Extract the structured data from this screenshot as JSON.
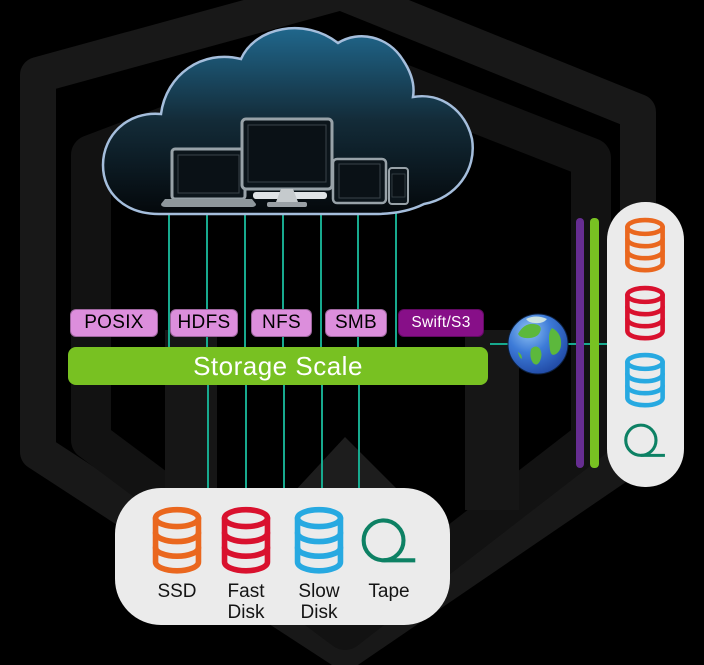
{
  "background": {
    "logo_icon": "hexagon-arrow-logo",
    "hex_outline_color": "#181818",
    "hex_inner_color": "#121212",
    "chevron_color": "#1d1d1d"
  },
  "cloud": {
    "icon": "cloud-icon",
    "outline_color": "#A5BEDC",
    "fill_top_color": "#20678C",
    "devices": [
      "laptop-icon",
      "desktop-monitor-icon",
      "tablet-icon",
      "smartphone-icon"
    ]
  },
  "connectors": {
    "color": "#17A98E",
    "top_line_count": 7,
    "bottom_line_count": 5
  },
  "protocols": [
    {
      "label": "POSIX",
      "bg": "#DC8EDC",
      "fg": "#000000"
    },
    {
      "label": "HDFS",
      "bg": "#DC8EDC",
      "fg": "#000000"
    },
    {
      "label": "NFS",
      "bg": "#DC8EDC",
      "fg": "#000000"
    },
    {
      "label": "SMB",
      "bg": "#DC8EDC",
      "fg": "#000000"
    },
    {
      "label": "Swift/S3",
      "bg": "#870F88",
      "fg": "#FFFFFF"
    }
  ],
  "storage_bar": {
    "label": "Storage Scale",
    "bg": "#78C122",
    "fg": "#FFFFFF"
  },
  "wan": {
    "globe_icon": "globe-icon",
    "purple_bar_color": "#662D91",
    "green_bar_color": "#78C122"
  },
  "remote_storage_panel": {
    "bg": "#EBEBEB",
    "items": [
      {
        "icon": "database-icon",
        "color": "#EA671E"
      },
      {
        "icon": "database-icon",
        "color": "#D9112E"
      },
      {
        "icon": "database-icon",
        "color": "#27A9E1"
      },
      {
        "icon": "tape-icon",
        "color": "#0D8164"
      }
    ]
  },
  "local_storage_panel": {
    "bg": "#EBEBEB",
    "tiers": [
      {
        "label": "SSD",
        "icon": "database-icon",
        "color": "#EA671E"
      },
      {
        "label": "Fast Disk",
        "icon": "database-icon",
        "color": "#D9112E"
      },
      {
        "label": "Slow Disk",
        "icon": "database-icon",
        "color": "#27A9E1"
      },
      {
        "label": "Tape",
        "icon": "tape-icon",
        "color": "#0D8164"
      }
    ]
  }
}
